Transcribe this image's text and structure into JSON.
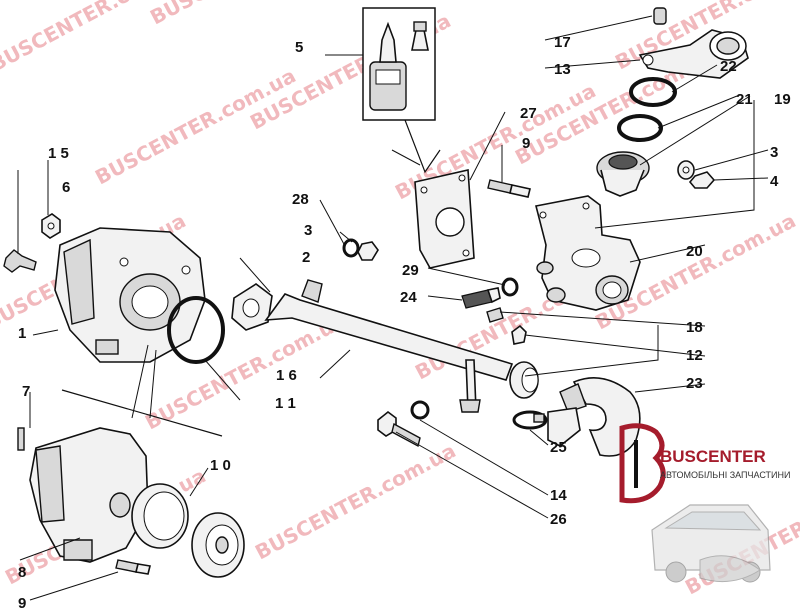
{
  "watermark": {
    "brand": "BUSCENTER",
    "domain": "BUSCENTER.com.ua",
    "color": "#f1b9bd"
  },
  "logo": {
    "name": "BUSCENTER",
    "tagline": "АВТОМОБІЛЬНІ ЗАПЧАСТИНИ",
    "color": "#a51c2c"
  },
  "callouts": {
    "c1": "1",
    "c2": "2",
    "c3a": "3",
    "c3b": "3",
    "c4": "4",
    "c5": "5",
    "c6": "6",
    "c7": "7",
    "c8": "8",
    "c9a": "9",
    "c9b": "9",
    "c10": "1 0",
    "c11": "1 1",
    "c12": "12",
    "c13": "13",
    "c14": "14",
    "c15": "1 5",
    "c16": "1 6",
    "c17": "17",
    "c18": "18",
    "c19": "19",
    "c20": "20",
    "c21": "21",
    "c22": "22",
    "c23": "23",
    "c24": "24",
    "c25": "25",
    "c26": "26",
    "c27": "27",
    "c28": "28",
    "c29": "29"
  }
}
